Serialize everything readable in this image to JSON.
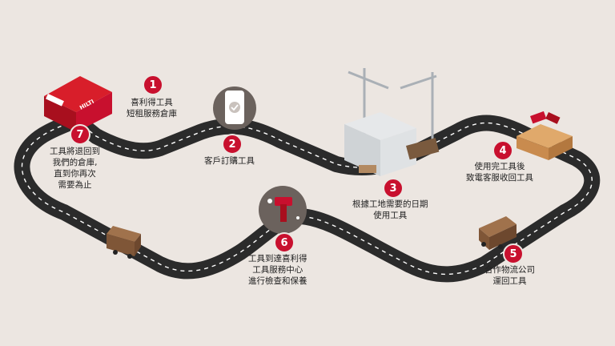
{
  "brand": {
    "logo_text": "HILTI",
    "primary_color": "#c8102e"
  },
  "steps": [
    {
      "number": "1",
      "lines": [
        "喜利得工具",
        "短租服務倉庫"
      ]
    },
    {
      "number": "2",
      "lines": [
        "客戶訂購工具"
      ]
    },
    {
      "number": "3",
      "lines": [
        "根據工地需要的日期",
        "使用工具"
      ]
    },
    {
      "number": "4",
      "lines": [
        "使用完工具後",
        "致電客服收回工具"
      ]
    },
    {
      "number": "5",
      "lines": [
        "合作物流公司",
        "運回工具"
      ]
    },
    {
      "number": "6",
      "lines": [
        "工具到達喜利得",
        "工具服務中心",
        "進行檢查和保養"
      ]
    },
    {
      "number": "7",
      "lines": [
        "工具將退回到",
        "我們的倉庫,",
        "直到你再次",
        "需要為止"
      ]
    }
  ]
}
